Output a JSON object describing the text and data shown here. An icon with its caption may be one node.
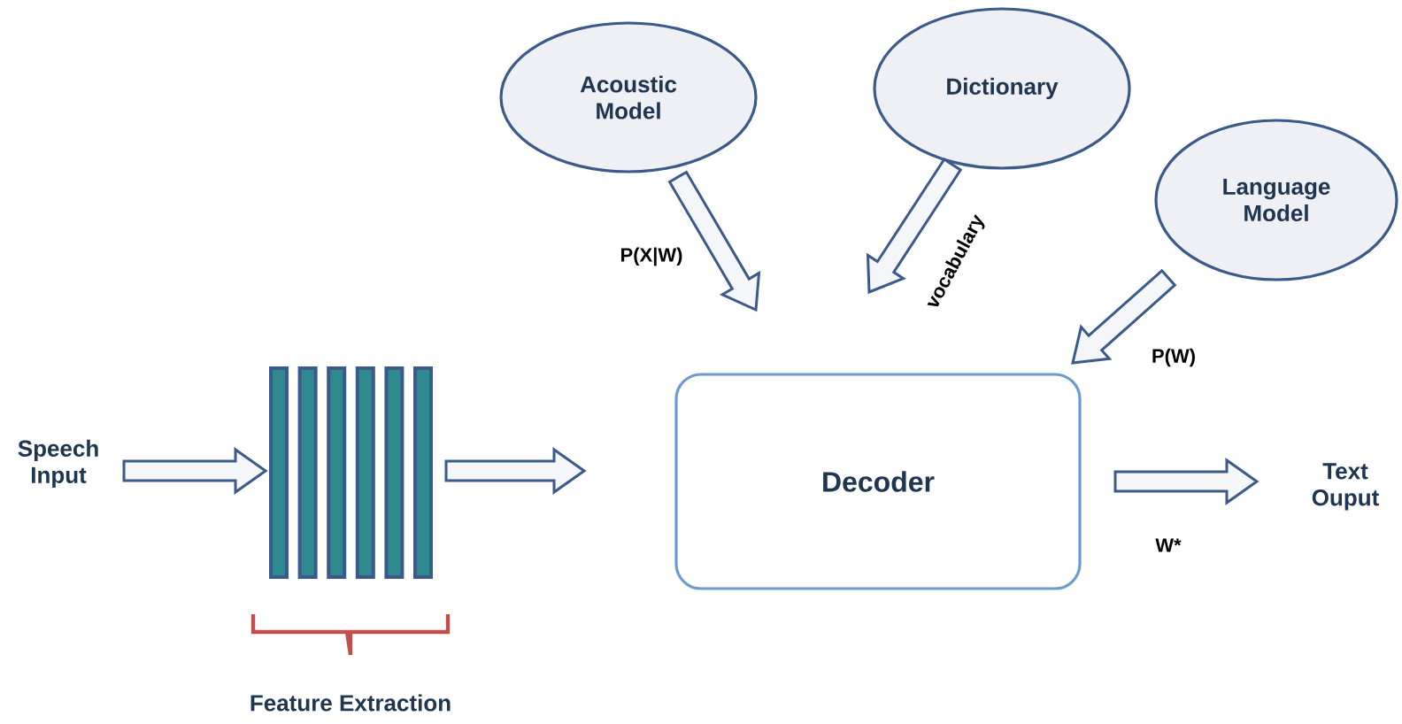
{
  "diagram": {
    "nodes": [
      {
        "text": [
          "Acoustic Model"
        ]
      },
      {
        "text": [
          "Dictionary"
        ]
      },
      {
        "text": [
          "Language Model"
        ]
      },
      {
        "text": [
          "Speech Input"
        ]
      },
      {
        "text": [],
        "shape": "bar"
      },
      {
        "text": [
          "Decoder"
        ]
      },
      {
        "text": [
          "Text Ouput"
        ]
      }
    ],
    "edges": [
      {
        "from": 0,
        "to": 5,
        "arrow": "to",
        "label": "P(X|W)"
      },
      {
        "from": 1,
        "to": 5,
        "arrow": "to",
        "label": "vocabulary"
      },
      {
        "from": 2,
        "to": 5,
        "arrow": "to",
        "label": "P(W)"
      },
      {
        "from": 3,
        "to": 4,
        "arrow": "to"
      },
      {
        "from": 4,
        "to": 5,
        "arrow": "to"
      },
      {
        "from": 5,
        "to": 6,
        "arrow": "to",
        "label": "W*"
      }
    ],
    "labels": [
      "Feature Extraction"
    ]
  }
}
